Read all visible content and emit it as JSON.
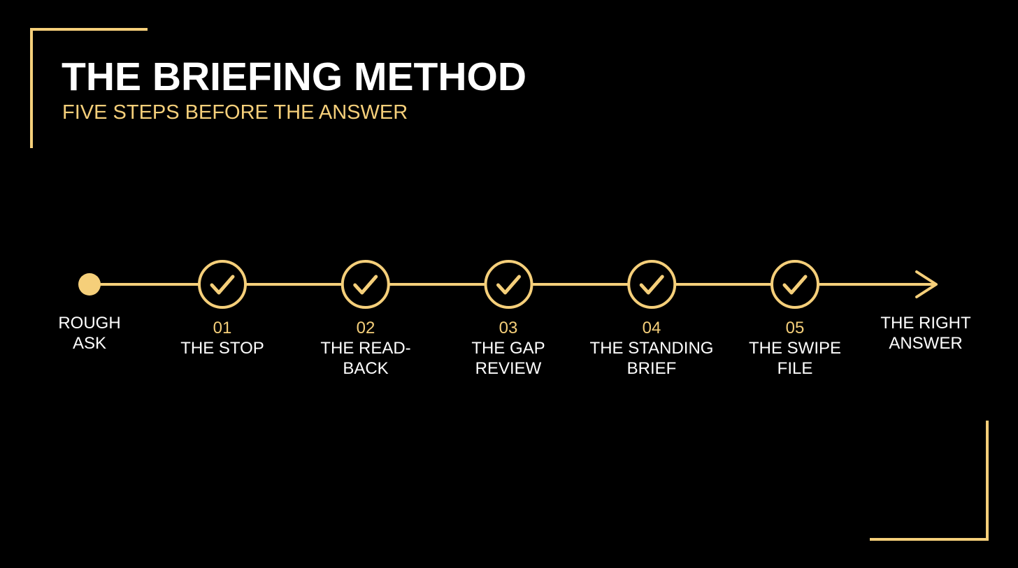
{
  "header": {
    "title": "THE BRIEFING METHOD",
    "subtitle": "FIVE STEPS BEFORE THE ANSWER"
  },
  "start": {
    "label": "ROUGH\nASK"
  },
  "end": {
    "label": "THE RIGHT\nANSWER"
  },
  "steps": [
    {
      "number": "01",
      "label": "THE STOP"
    },
    {
      "number": "02",
      "label": "THE READ-\nBACK"
    },
    {
      "number": "03",
      "label": "THE GAP\nREVIEW"
    },
    {
      "number": "04",
      "label": "THE STANDING\nBRIEF"
    },
    {
      "number": "05",
      "label": "THE SWIPE\nFILE"
    }
  ],
  "icons": {
    "step_marker": "check-circle-icon",
    "start_marker": "dot-icon",
    "end_marker": "arrow-right-icon"
  },
  "colors": {
    "accent": "#F5CF7A",
    "background": "#000000",
    "text": "#FFFFFF"
  }
}
